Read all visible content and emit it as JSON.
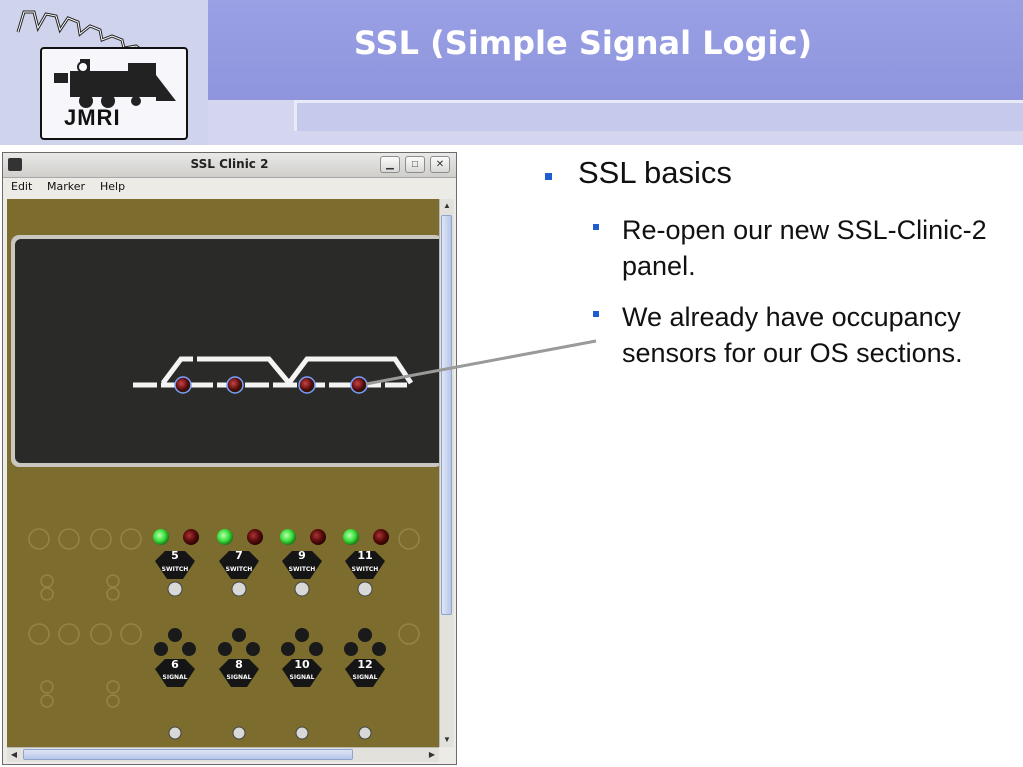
{
  "slide": {
    "title": "SSL (Simple Signal Logic)",
    "logo_text": "JMRI"
  },
  "window": {
    "title": "SSL Clinic 2",
    "buttons": {
      "minimize": "▁",
      "maximize": "□",
      "close": "✕"
    },
    "menu": [
      "Edit",
      "Marker",
      "Help"
    ]
  },
  "panel": {
    "switch_numbers": [
      "5",
      "7",
      "9",
      "11"
    ],
    "signal_numbers": [
      "6",
      "8",
      "10",
      "12"
    ],
    "switch_label": "SWITCH",
    "signal_label": "SIGNAL",
    "colors": {
      "led_on": "#39e03a",
      "led_off": "#5a0c0c",
      "board": "#7c6c2e",
      "track_bg": "#2a2a28"
    }
  },
  "bullets": {
    "level1": "SSL basics",
    "level2": [
      "Re-open our new SSL-Clinic-2 panel.",
      "We already have occupancy sensors for our OS sections."
    ]
  }
}
